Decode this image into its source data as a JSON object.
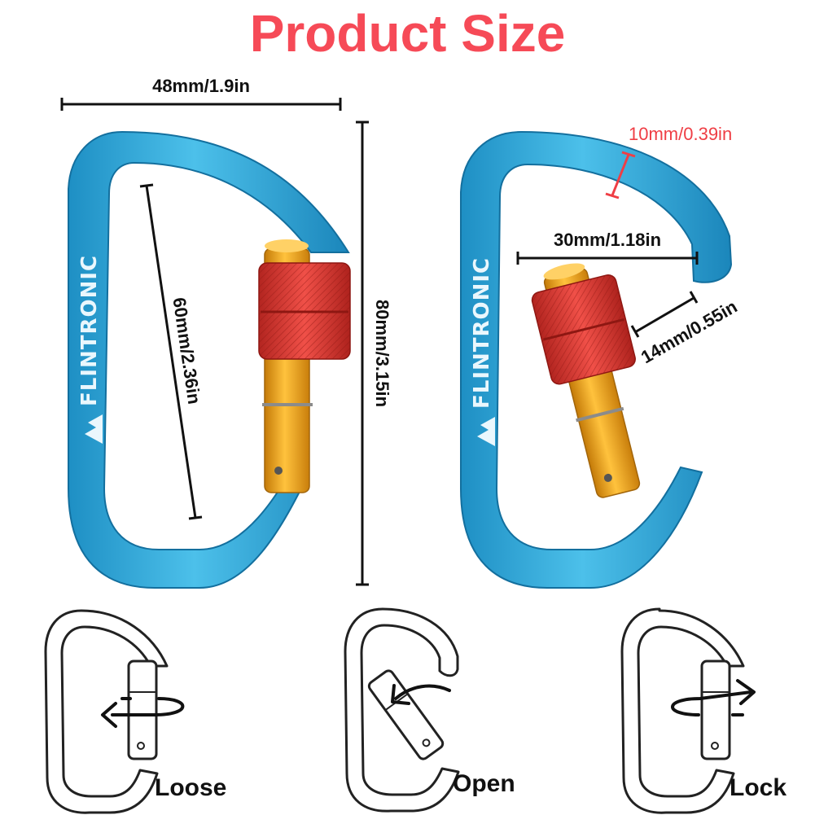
{
  "title": "Product Size",
  "brand": "FLINTRONIC",
  "colors": {
    "title": "#f64a57",
    "body_blue": "#2aa6d8",
    "body_blue_light": "#6fd2f2",
    "body_blue_dark": "#147fb0",
    "sleeve_red": "#d93b33",
    "gate_gold": "#f2a31c",
    "dim_red": "#ef3e45"
  },
  "dimensions": {
    "width": "48mm/1.9in",
    "height": "80mm/3.15in",
    "inner_length": "60mm/2.36in",
    "opening_width": "30mm/1.18in",
    "bar_thickness": "10mm/0.39in",
    "gate_clearance": "14mm/0.55in"
  },
  "states": [
    "Loose",
    "Open",
    "Lock"
  ],
  "icons": [
    "rotate-arrow-icon",
    "swing-arrow-icon",
    "rotate-arrow-icon"
  ]
}
